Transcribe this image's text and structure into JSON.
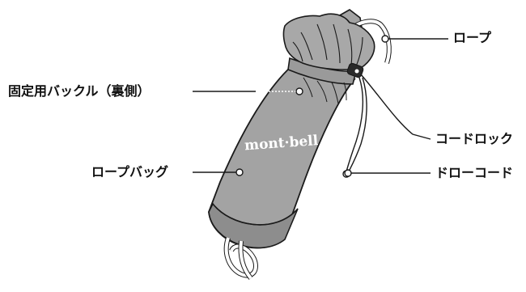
{
  "labels": {
    "rope": "ロープ",
    "fixing_buckle": "固定用バックル（裏側）",
    "cord_lock": "コードロック",
    "rope_bag": "ロープバッグ",
    "draw_cord": "ドローコード"
  },
  "brand": "mont·bell",
  "colors": {
    "bag_body": "#a3a3a3",
    "bag_bottom_band": "#8d8d8d",
    "outline": "#1a1a1a",
    "background": "#ffffff"
  }
}
